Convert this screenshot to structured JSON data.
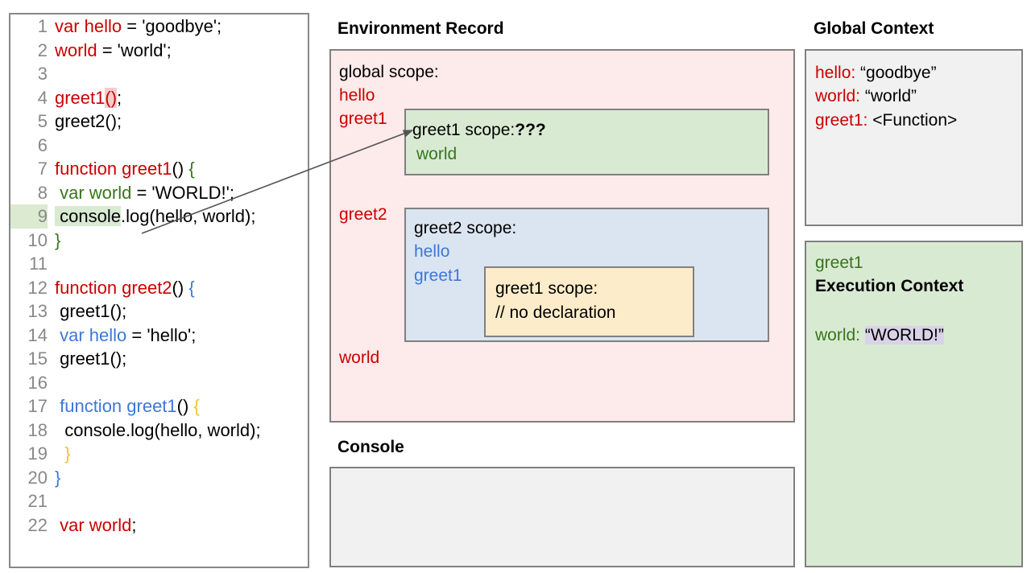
{
  "code_editor": {
    "lines": [
      {
        "n": "1",
        "highlight": false,
        "tokens": [
          {
            "t": "var hello",
            "c": "red"
          },
          {
            "t": " = 'goodbye';",
            "c": "black"
          }
        ]
      },
      {
        "n": "2",
        "highlight": false,
        "tokens": [
          {
            "t": "world",
            "c": "red"
          },
          {
            "t": " = 'world';",
            "c": "black"
          }
        ]
      },
      {
        "n": "3",
        "highlight": false,
        "tokens": []
      },
      {
        "n": "4",
        "highlight": false,
        "tokens": [
          {
            "t": "greet1",
            "c": "red"
          },
          {
            "t": "()",
            "c": "red",
            "bg": "hl-red"
          },
          {
            "t": ";",
            "c": "black"
          }
        ]
      },
      {
        "n": "5",
        "highlight": false,
        "tokens": [
          {
            "t": "greet2();",
            "c": "black"
          }
        ]
      },
      {
        "n": "6",
        "highlight": false,
        "tokens": []
      },
      {
        "n": "7",
        "highlight": false,
        "tokens": [
          {
            "t": "function greet1",
            "c": "red"
          },
          {
            "t": "() ",
            "c": "black"
          },
          {
            "t": "{",
            "c": "green"
          }
        ]
      },
      {
        "n": "8",
        "highlight": false,
        "tokens": [
          {
            "t": " var world",
            "c": "green"
          },
          {
            "t": " = 'WORLD!';",
            "c": "black"
          }
        ]
      },
      {
        "n": "9",
        "highlight": true,
        "tokens": [
          {
            "t": " console",
            "c": "black",
            "bg": "hl-green"
          },
          {
            "t": ".log(hello, world);",
            "c": "black"
          }
        ]
      },
      {
        "n": "10",
        "highlight": false,
        "tokens": [
          {
            "t": "}",
            "c": "green"
          }
        ]
      },
      {
        "n": "11",
        "highlight": false,
        "tokens": []
      },
      {
        "n": "12",
        "highlight": false,
        "tokens": [
          {
            "t": "function greet2",
            "c": "red"
          },
          {
            "t": "() ",
            "c": "black"
          },
          {
            "t": "{",
            "c": "blue"
          }
        ]
      },
      {
        "n": "13",
        "highlight": false,
        "tokens": [
          {
            "t": " greet1();",
            "c": "black"
          }
        ]
      },
      {
        "n": "14",
        "highlight": false,
        "tokens": [
          {
            "t": " var hello",
            "c": "blue"
          },
          {
            "t": " = 'hello';",
            "c": "black"
          }
        ]
      },
      {
        "n": "15",
        "highlight": false,
        "tokens": [
          {
            "t": " greet1();",
            "c": "black"
          }
        ]
      },
      {
        "n": "16",
        "highlight": false,
        "tokens": []
      },
      {
        "n": "17",
        "highlight": false,
        "tokens": [
          {
            "t": " function greet1",
            "c": "blue"
          },
          {
            "t": "() ",
            "c": "black"
          },
          {
            "t": "{",
            "c": "orange"
          }
        ]
      },
      {
        "n": "18",
        "highlight": false,
        "tokens": [
          {
            "t": "  console.log(hello, world);",
            "c": "black"
          }
        ]
      },
      {
        "n": "19",
        "highlight": false,
        "tokens": [
          {
            "t": "  }",
            "c": "orange"
          }
        ]
      },
      {
        "n": "20",
        "highlight": false,
        "tokens": [
          {
            "t": "}",
            "c": "blue"
          }
        ]
      },
      {
        "n": "21",
        "highlight": false,
        "tokens": []
      },
      {
        "n": "22",
        "highlight": false,
        "tokens": [
          {
            "t": " var world",
            "c": "red"
          },
          {
            "t": ";",
            "c": "black"
          }
        ]
      }
    ]
  },
  "environment_record": {
    "title": "Environment Record",
    "global_scope_label": "global scope:",
    "global_bindings": [
      "hello",
      "greet1",
      "greet2",
      "world"
    ],
    "greet1_scope": {
      "title_prefix": "greet1 scope:",
      "title_suffix": "???",
      "bindings": [
        "world"
      ]
    },
    "greet2_scope": {
      "title": "greet2 scope:",
      "bindings": [
        "hello",
        "greet1"
      ],
      "inner_greet1_scope": {
        "title": "greet1 scope:",
        "note": "// no declaration"
      }
    }
  },
  "console": {
    "title": "Console",
    "output": ""
  },
  "global_context": {
    "title": "Global Context",
    "rows": [
      {
        "key": "hello:",
        "value": "“goodbye”"
      },
      {
        "key": "world:",
        "value": "“world”"
      },
      {
        "key": "greet1:",
        "value": "<Function>"
      }
    ]
  },
  "execution_context": {
    "name": "greet1",
    "heading": "Execution Context",
    "row": {
      "key": "world:",
      "value": "“WORLD!”"
    }
  },
  "colors": {
    "red": "#cc0000",
    "green": "#38761d",
    "blue": "#3c78d8",
    "orange": "#f1c232",
    "env_panel_bg": "#fdeaea",
    "greet1_scope_bg": "#d9ead3",
    "greet2_scope_bg": "#dbe5f1",
    "inner_scope_bg": "#fcecc9",
    "console_bg": "#f1f1f1",
    "highlight_lavender": "#d9d2e9"
  }
}
